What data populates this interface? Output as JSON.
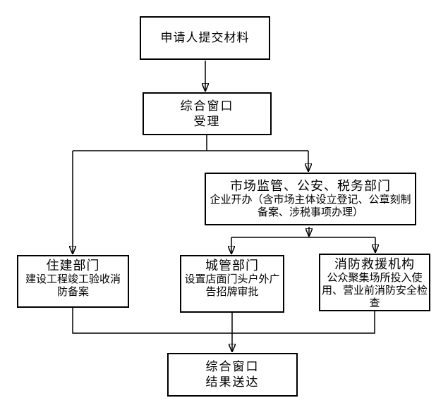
{
  "page": {
    "background_color": "#ffffff"
  },
  "flowchart": {
    "line_color": "#000000",
    "text_color": "#000000",
    "box_background": "#ffffff",
    "nodes": {
      "submit": {
        "line1": "申请人提交材料"
      },
      "accept": {
        "line1": "综合窗口",
        "line2": "受理"
      },
      "market": {
        "title": "市场监管、公安、税务部门",
        "body1": "企业开办（含市场主体设立登记、公章刻制",
        "body2": "备案、涉税事项办理）"
      },
      "housing": {
        "title": "住建部门",
        "body1": "建设工程竣工验收消",
        "body2": "防备案"
      },
      "urban": {
        "title": "城管部门",
        "body1": "设置店面门头户外广",
        "body2": "告招牌审批"
      },
      "fire": {
        "title": "消防救援机构",
        "body1": "公众聚集场所投入使",
        "body2": "用、营业前消防安全检",
        "body3": "查"
      },
      "result": {
        "line1": "综合窗口",
        "line2": "结果送达"
      }
    }
  }
}
